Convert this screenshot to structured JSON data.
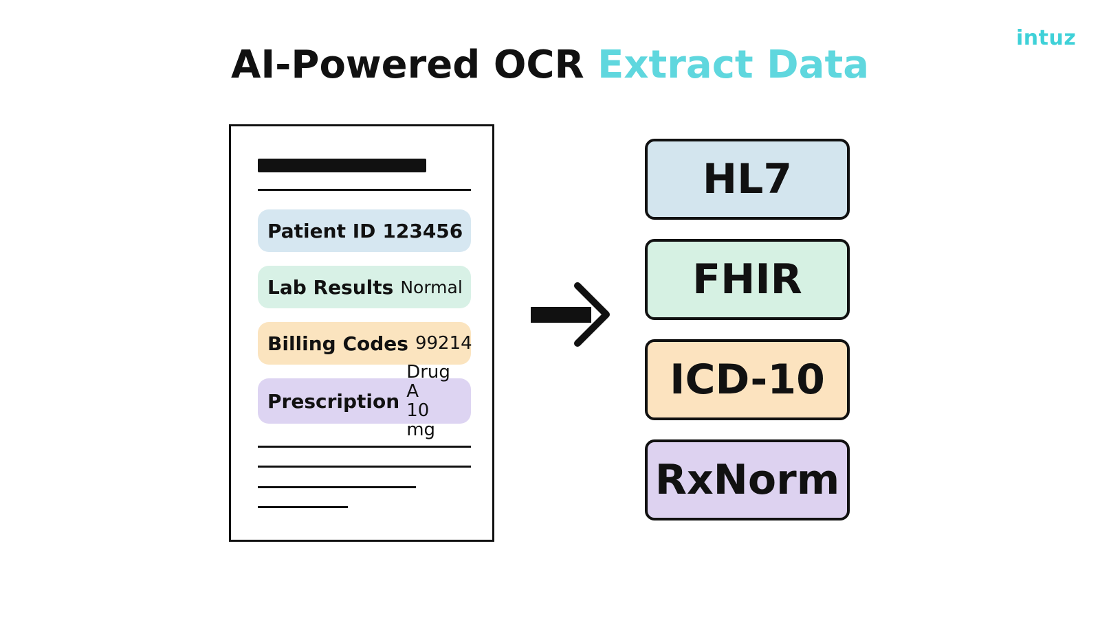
{
  "brand": {
    "logo_text": "intuz",
    "color": "#3fd1d8"
  },
  "title": {
    "part1": "AI-Powered OCR",
    "part2": "Extract Data",
    "accent_color": "#5fd7de"
  },
  "document": {
    "fields": [
      {
        "label": "Patient ID",
        "value_lines": [
          "123456"
        ],
        "color": "#d6e7f1"
      },
      {
        "label": "Lab Results",
        "value_lines": [
          "Normal"
        ],
        "color": "#d8f1e6"
      },
      {
        "label": "Billing Codes",
        "value_lines": [
          "99214"
        ],
        "color": "#fbe4bf"
      },
      {
        "label": "Prescription",
        "value_lines": [
          "Drug A",
          "10 mg"
        ],
        "color": "#ddd4f2"
      }
    ]
  },
  "arrow_icon": "arrow-right-icon",
  "standards": [
    {
      "label": "HL7",
      "color": "#d3e5ee"
    },
    {
      "label": "FHIR",
      "color": "#d6f1e3"
    },
    {
      "label": "ICD-10",
      "color": "#fce3bf"
    },
    {
      "label": "RxNorm",
      "color": "#ddd2f0"
    }
  ]
}
